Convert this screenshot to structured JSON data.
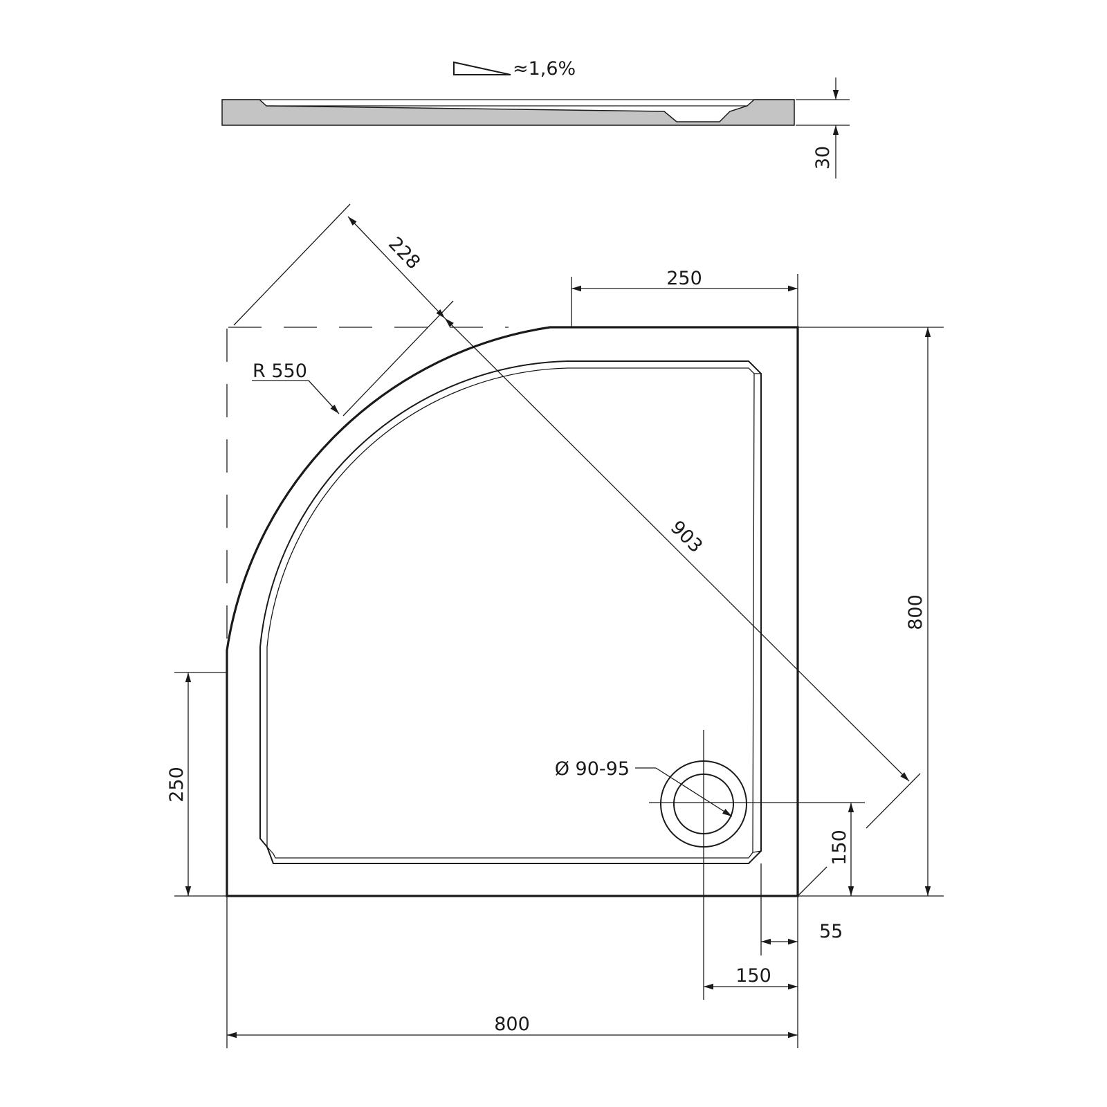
{
  "side_view": {
    "slope_label": "≈1,6%",
    "height_label": "30"
  },
  "plan_view": {
    "arc_offset_label": "228",
    "top_straight_label": "250",
    "radius_label": "R 550",
    "diagonal_label": "903",
    "height_label": "800",
    "left_straight_label": "250",
    "drain_label": "Ø 90-95",
    "drain_offset_y_label": "150",
    "rim_width_label": "55",
    "drain_offset_x_label": "150",
    "width_label": "800"
  },
  "colors": {
    "line": "#1a1a1a",
    "section_fill": "#c4c4c4",
    "background": "#ffffff"
  }
}
